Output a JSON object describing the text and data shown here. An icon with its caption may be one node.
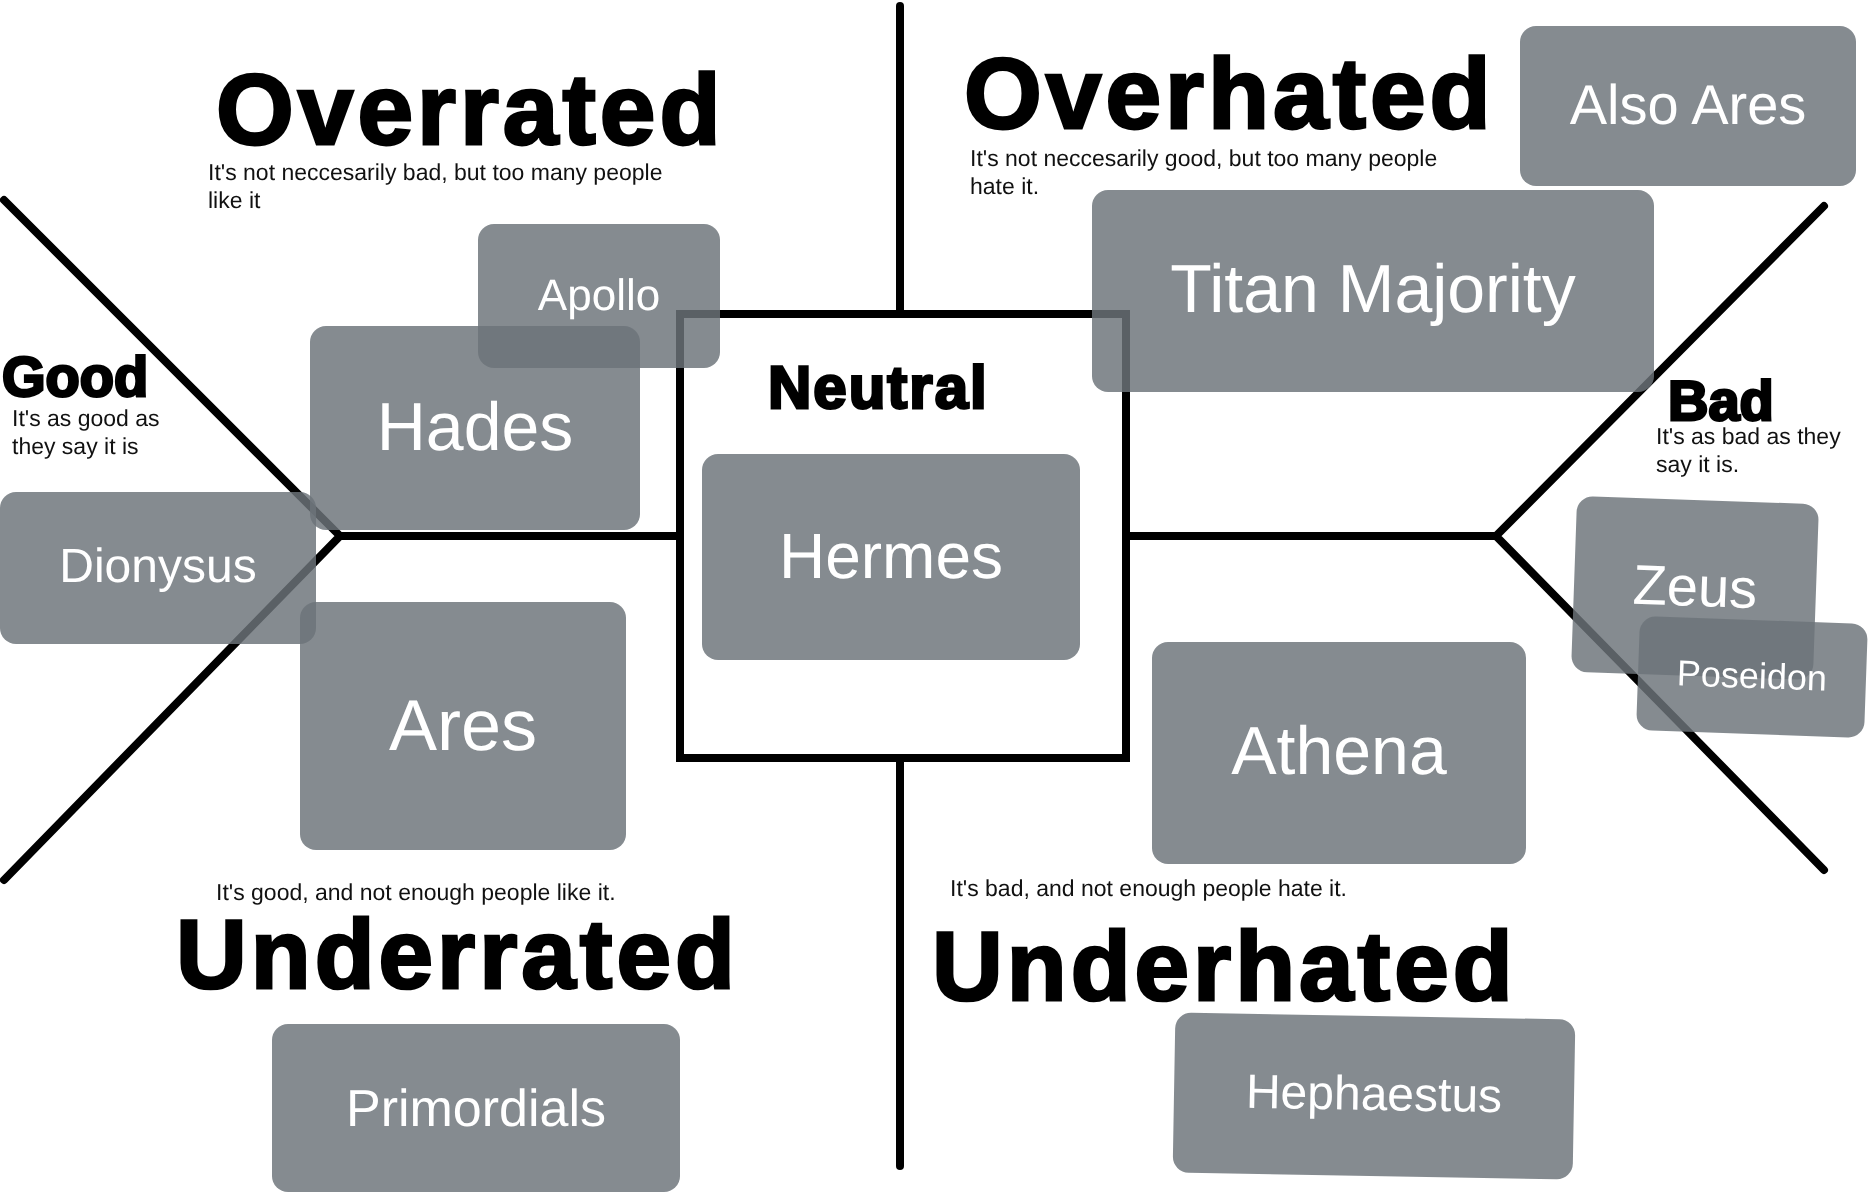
{
  "diagram": {
    "nodes": [
      {
        "text": [
          "Apollo"
        ]
      },
      {
        "text": [
          "Hades"
        ]
      },
      {
        "text": [
          "Also Ares"
        ]
      },
      {
        "text": [
          "Titan Majority"
        ]
      },
      {
        "text": [
          "Dionysus"
        ]
      },
      {
        "text": [
          "Neutral"
        ]
      },
      {
        "text": [
          "Hermes"
        ],
        "in": 5
      },
      {
        "text": [
          "Zeus"
        ]
      },
      {
        "text": [
          "Poseidon"
        ]
      },
      {
        "text": [
          "Ares"
        ]
      },
      {
        "text": [
          "Athena"
        ]
      },
      {
        "text": [
          "Primordials"
        ]
      },
      {
        "text": [
          "Hephaestus"
        ]
      }
    ],
    "labels": [
      "Overrated",
      "It's not neccesarily bad, but too many people like it",
      "Overhated",
      "It's not neccesarily good, but too many people hate it.",
      "Good",
      "It's as good as they say it is",
      "Bad",
      "It's as bad as they say it is.",
      "It's good, and not enough people like it.",
      "Underrated",
      "It's bad, and not enough people hate it.",
      "Underhated"
    ]
  }
}
